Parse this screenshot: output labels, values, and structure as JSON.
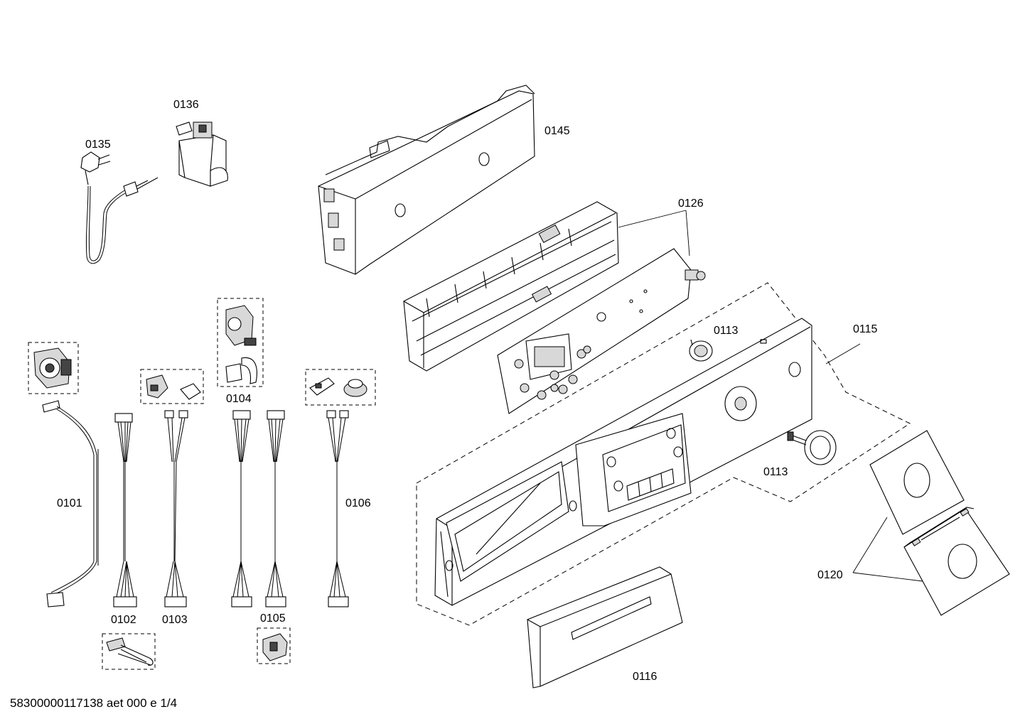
{
  "diagram": {
    "callouts": {
      "p0135": "0135",
      "p0136": "0136",
      "p0145": "0145",
      "p0126": "0126",
      "p0113_a": "0113",
      "p0115": "0115",
      "p0113_b": "0113",
      "p0101": "0101",
      "p0104": "0104",
      "p0106": "0106",
      "p0102": "0102",
      "p0103": "0103",
      "p0105": "0105",
      "p0120": "0120",
      "p0116": "0116"
    },
    "footer_code": "58300000117138 aet 000 e 1/4"
  }
}
